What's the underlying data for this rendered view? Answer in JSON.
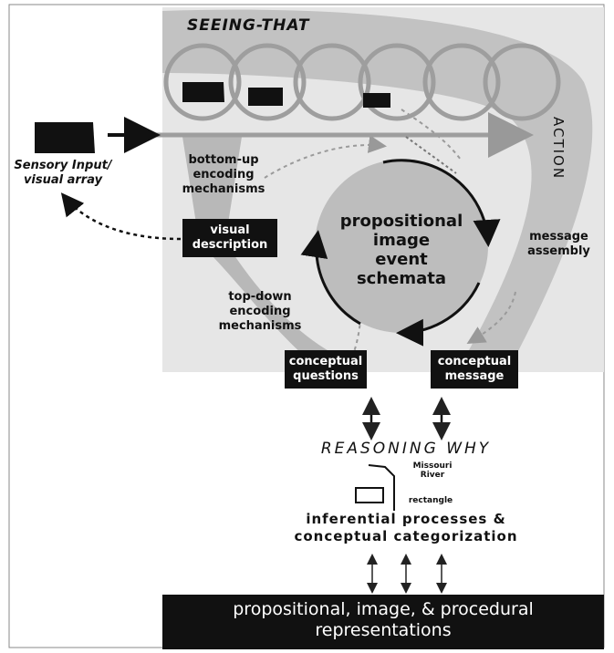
{
  "seeing_that": "SEEING-THAT",
  "action": "ACTION",
  "sensory_input": [
    "Sensory Input/",
    "visual array"
  ],
  "bottom_up": [
    "bottom-up",
    "encoding",
    "mechanisms"
  ],
  "visual_description": [
    "visual",
    "description"
  ],
  "center": [
    "propositional",
    "image",
    "event",
    "schemata"
  ],
  "message_assembly": [
    "message",
    "assembly"
  ],
  "top_down": [
    "top-down",
    "encoding",
    "mechanisms"
  ],
  "conceptual_questions": [
    "conceptual",
    "questions"
  ],
  "conceptual_message": [
    "conceptual",
    "message"
  ],
  "reasoning_why": "REASONING WHY",
  "map_labels": {
    "river": [
      "Missouri",
      "River"
    ],
    "rectangle": "rectangle"
  },
  "inferential": [
    "inferential processes &",
    "conceptual categorization"
  ],
  "bottom_bar": [
    "propositional, image, & procedural",
    "representations"
  ],
  "colors": {
    "gray": "#bdbdbd",
    "light_gray": "#dcdcdc",
    "dark": "#111111"
  }
}
